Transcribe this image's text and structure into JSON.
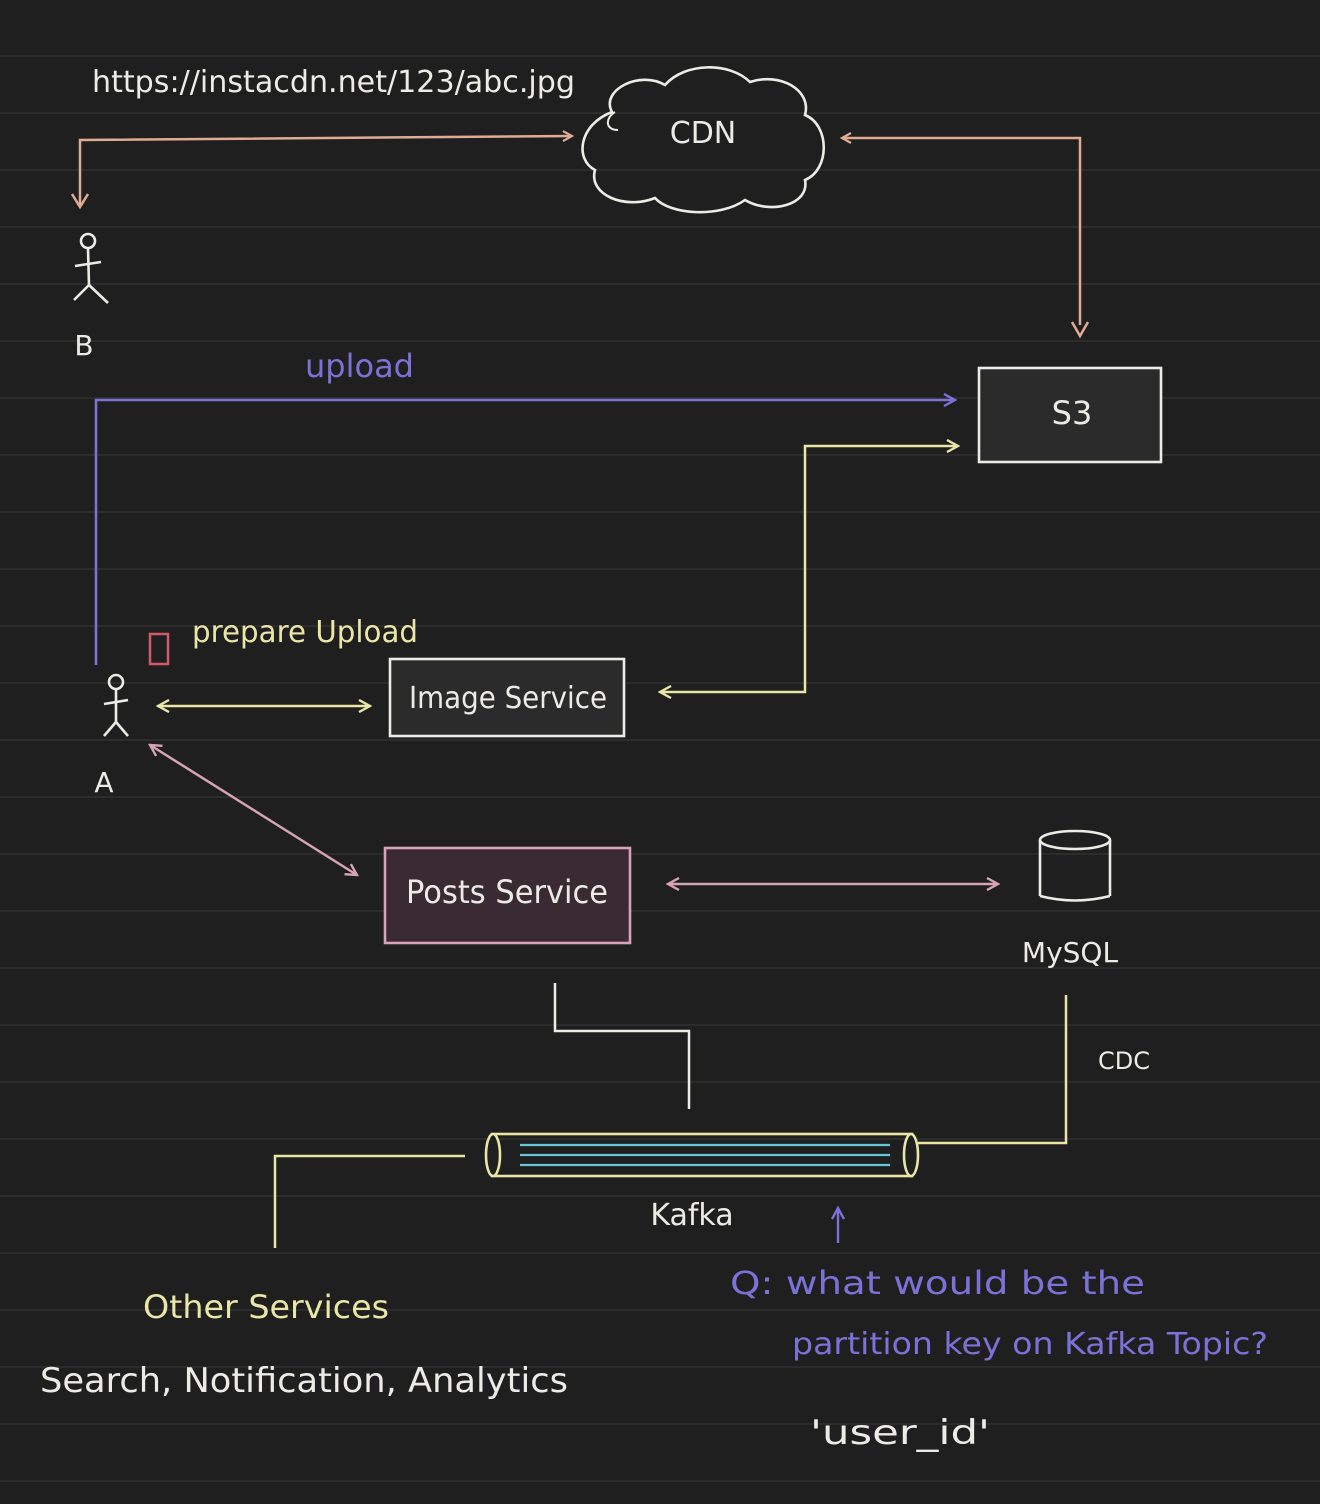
{
  "colors": {
    "background": "#1f1f1f",
    "white": "#ecebe6",
    "peach": "#e0ab95",
    "violet": "#7b72d8",
    "yellow": "#e9e6a6",
    "pink": "#d7a3b7",
    "cyan": "#69c6d8",
    "red": "#d05a6a"
  },
  "url_label": "https://instacdn.net/123/abc.jpg",
  "nodes": {
    "cdn": "CDN",
    "s3": "S3",
    "image_service": "Image Service",
    "posts_service": "Posts Service",
    "mysql": "MySQL",
    "kafka": "Kafka"
  },
  "actors": {
    "a": "A",
    "b": "B"
  },
  "edge_labels": {
    "upload": "upload",
    "prepare_upload": "prepare Upload",
    "cdc": "CDC"
  },
  "other_services": {
    "title": "Other Services",
    "list": "Search, Notification, Analytics"
  },
  "question": {
    "line1": "Q: what would be the",
    "line2": "partition key on Kafka Topic?",
    "answer": "'user_id'"
  }
}
